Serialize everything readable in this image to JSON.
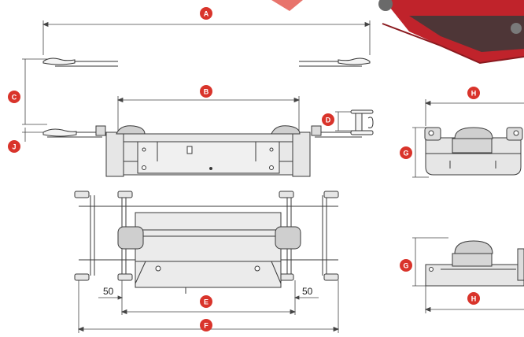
{
  "colors": {
    "badge": "#d9342b",
    "line": "#333333",
    "dimension": "#444444",
    "body_fill": "#e6e6e6",
    "body_stroke": "#3a3a3a",
    "product_red": "#c0232b",
    "product_dark": "#3a3a3a"
  },
  "badges": {
    "A": "A",
    "B": "B",
    "C": "C",
    "D": "D",
    "E": "E",
    "F": "F",
    "G_top": "G",
    "G_bottom": "G",
    "H_top": "H",
    "H_bottom": "H",
    "J": "J"
  },
  "dimensions": {
    "left_offset": "50",
    "right_offset": "50"
  },
  "icons": {
    "product_photo": "jack-photo-corner",
    "corner_tab": "red-corner-tab"
  }
}
